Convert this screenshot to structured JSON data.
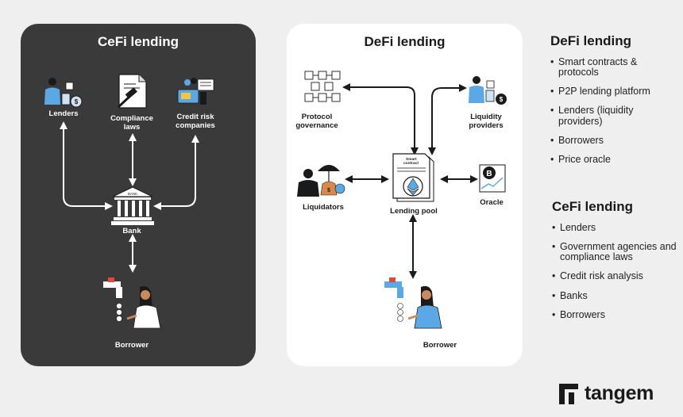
{
  "cefi_panel": {
    "title": "CeFi lending",
    "nodes": {
      "lenders": "Lenders",
      "compliance": "Compliance\nlaws",
      "credit_risk": "Credit risk\ncompanies",
      "bank": "Bank",
      "borrower": "Borrower"
    }
  },
  "defi_panel": {
    "title": "DeFi lending",
    "nodes": {
      "protocol_governance": "Protocol\ngovernance",
      "liquidity_providers": "Liquidity\nproviders",
      "liquidators": "Liquidators",
      "lending_pool": "Lending pool",
      "oracle": "Oracle",
      "borrower": "Borrower"
    },
    "contract_label": "Smart\ncontract"
  },
  "sidebar": {
    "defi": {
      "heading": "DeFi lending",
      "items": [
        "Smart contracts & protocols",
        "P2P lending platform",
        "Lenders (liquidity providers)",
        "Borrowers",
        "Price oracle"
      ]
    },
    "cefi": {
      "heading": "CeFi lending",
      "items": [
        "Lenders",
        "Government agencies and compliance laws",
        "Credit risk analysis",
        "Banks",
        "Borrowers"
      ]
    }
  },
  "brand": {
    "name": "tangem",
    "logo_icon": "tangem-logo-icon"
  },
  "colors": {
    "cefi_bg": "#3a3a3a",
    "defi_bg": "#ffffff",
    "page_bg": "#efefef",
    "accent_blue": "#5aa9e6",
    "accent_dark": "#1a1a1a"
  }
}
